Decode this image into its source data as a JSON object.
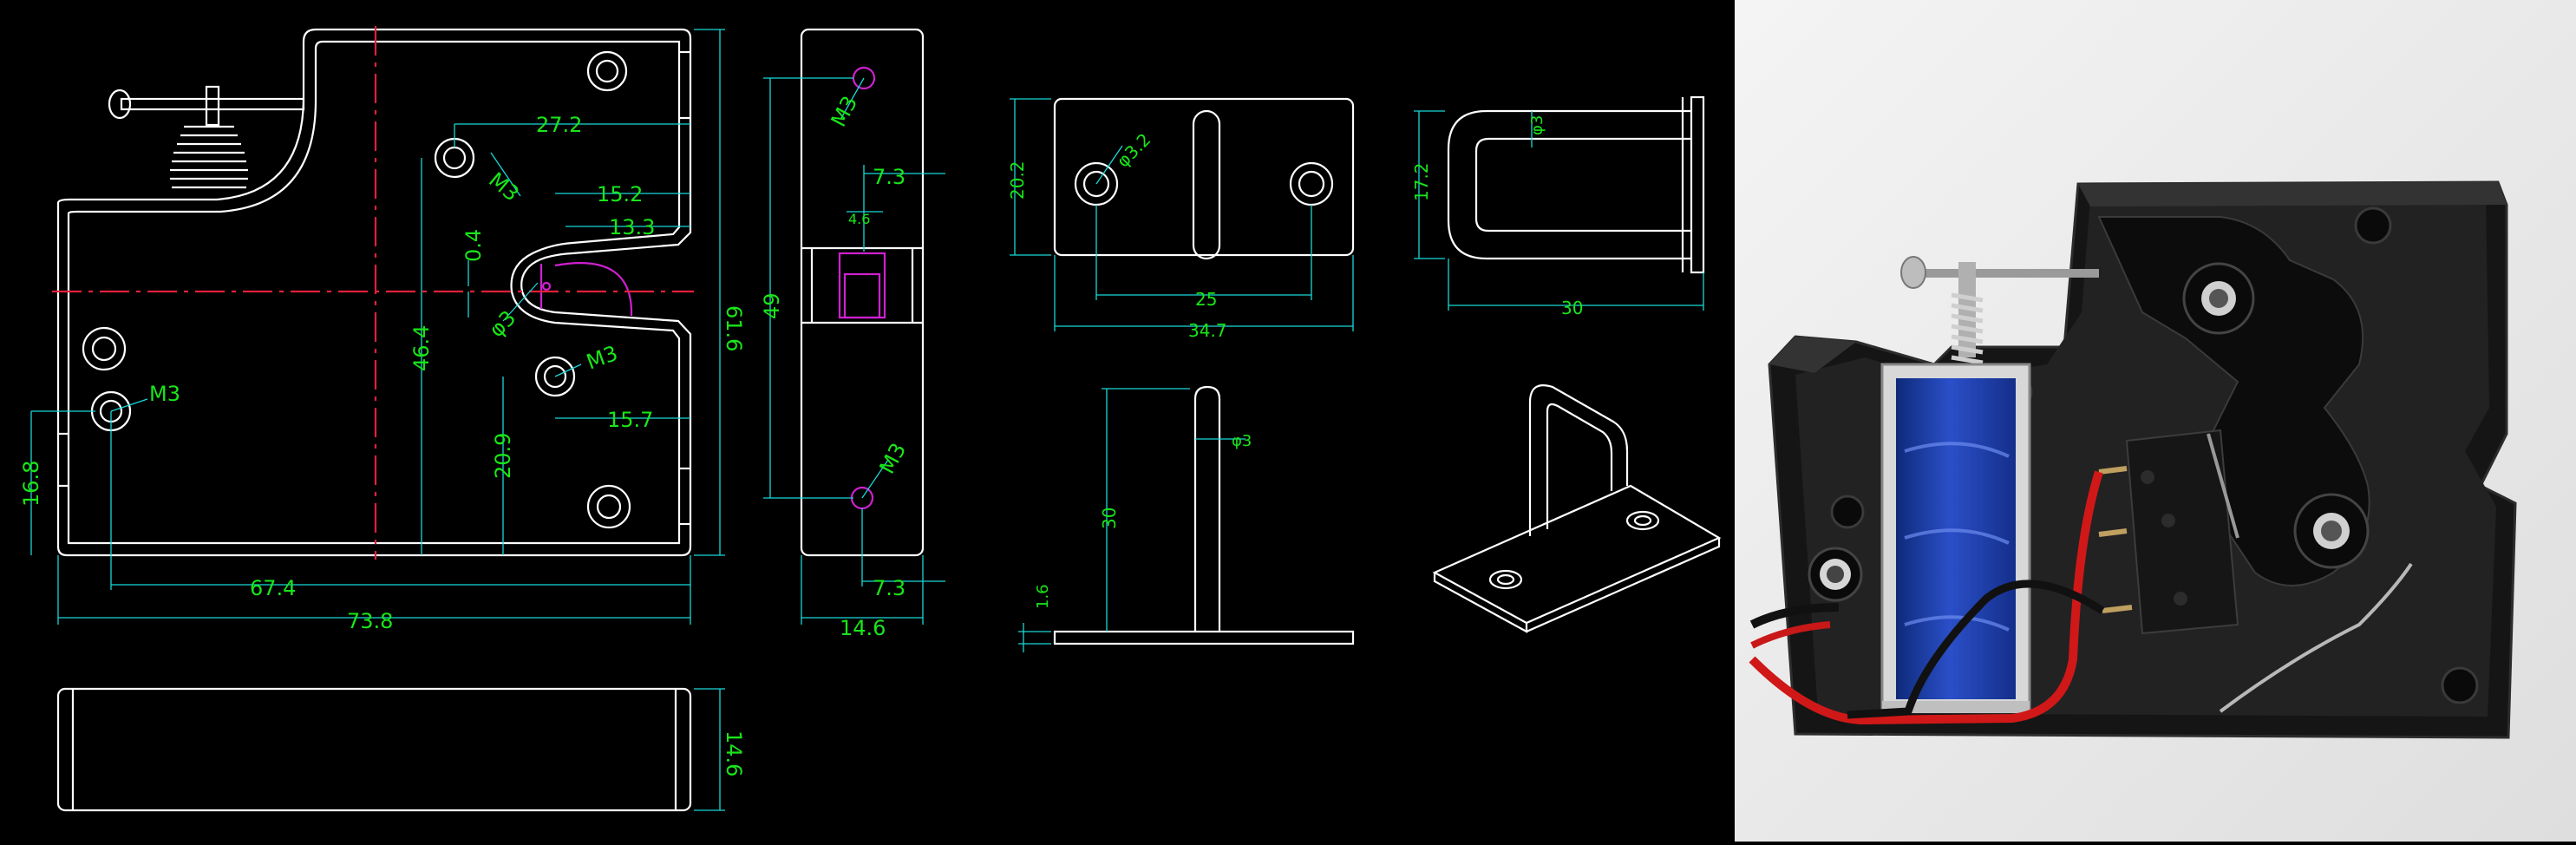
{
  "dimensions": {
    "main": {
      "d1": "27.2",
      "d2": "15.2",
      "d3": "13.3",
      "d4": "0.4",
      "d5": "46.4",
      "d6": "20.9",
      "d7": "15.7",
      "d8": "16.8",
      "d9": "67.4",
      "d10": "73.8",
      "d11": "61.6",
      "hole_top": "M3",
      "hole_mid": "M3",
      "hole_left": "M3",
      "slot": "φ3"
    },
    "side": {
      "d1": "7.3",
      "d2": "49",
      "d3": "7.3",
      "d4": "14.6",
      "d5": "4.6",
      "hole_top": "M3",
      "hole_bottom": "M3"
    },
    "bottom": {
      "d1": "14.6"
    },
    "plate": {
      "d1": "20.2",
      "d2": "25",
      "d3": "34.7",
      "hole": "φ3.2"
    },
    "staple_top": {
      "d1": "17.2",
      "d2": "30",
      "d3": "φ3"
    },
    "staple_side": {
      "d1": "30",
      "d2": "1.6",
      "d3": "φ3"
    }
  }
}
